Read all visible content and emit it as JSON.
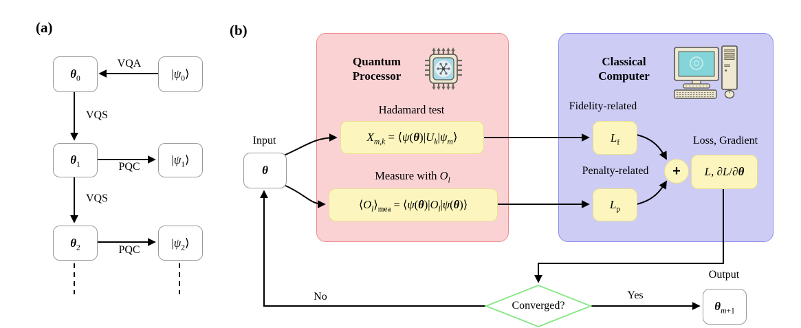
{
  "figure": {
    "panel_a": {
      "label": "(a)",
      "nodes": {
        "theta0": "<b><i>θ</i></b><sub>0</sub>",
        "psi0": "|<i>ψ</i><sub>0</sub>⟩",
        "theta1": "<b><i>θ</i></b><sub>1</sub>",
        "psi1": "|<i>ψ</i><sub>1</sub>⟩",
        "theta2": "<b><i>θ</i></b><sub>2</sub>",
        "psi2": "|<i>ψ</i><sub>2</sub>⟩"
      },
      "edge_labels": {
        "vqa": "VQA",
        "vqs_top": "VQS",
        "pqc_top": "PQC",
        "vqs_bottom": "VQS",
        "pqc_bottom": "PQC"
      }
    },
    "panel_b": {
      "label": "(b)",
      "input": {
        "label": "Input",
        "value": "<b><i>θ</i></b>"
      },
      "quantum_processor": {
        "title": "Quantum Processor",
        "icon": "quantum-chip-icon",
        "hadamard": {
          "label": "Hadamard test",
          "formula": "<i>X</i><sub><i>m,k</i></sub> = ⟨<i>ψ</i>(<b><i>θ</i></b>)|<i>U</i><sub><i>k</i></sub>|<i>ψ</i><sub><i>m</i></sub>⟩"
        },
        "measure": {
          "label": "Measure with <i>O</i><sub><i>l</i></sub>",
          "formula": "⟨<i>O</i><sub><i>l</i></sub>⟩<sub>mea</sub> = ⟨<i>ψ</i>(<b><i>θ</i></b>)|<i>O</i><sub><i>l</i></sub>|<i>ψ</i>(<b><i>θ</i></b>)⟩"
        }
      },
      "classical_computer": {
        "title": "Classical Computer",
        "icon": "desktop-computer-icon",
        "fidelity": {
          "label": "Fidelity-related",
          "value": "<i>L</i><sub>f</sub>"
        },
        "penalty": {
          "label": "Penalty-related",
          "value": "<i>L</i><sub>p</sub>"
        },
        "sum_symbol": "+",
        "loss": {
          "label": "Loss, Gradient",
          "value": "<i>L</i>, <i>∂L</i>/<i>∂</i><b><i>θ</i></b>"
        }
      },
      "decision": {
        "text": "Converged?",
        "no": "No",
        "yes": "Yes"
      },
      "output": {
        "label": "Output",
        "value": "<b><i>θ</i></b><sub><i>m</i>+1</sub>"
      }
    },
    "colors": {
      "quantum-fill": "#FBD2D4",
      "quantum-border": "#F0898D",
      "classical-fill": "#CCCCF5",
      "classical-border": "#8C8CEF",
      "formula-fill": "#FCF6BE",
      "formula-border": "#E9DD90",
      "diamond-border": "#8BE88B",
      "node-border": "#999999",
      "line-color": "#000000"
    }
  }
}
